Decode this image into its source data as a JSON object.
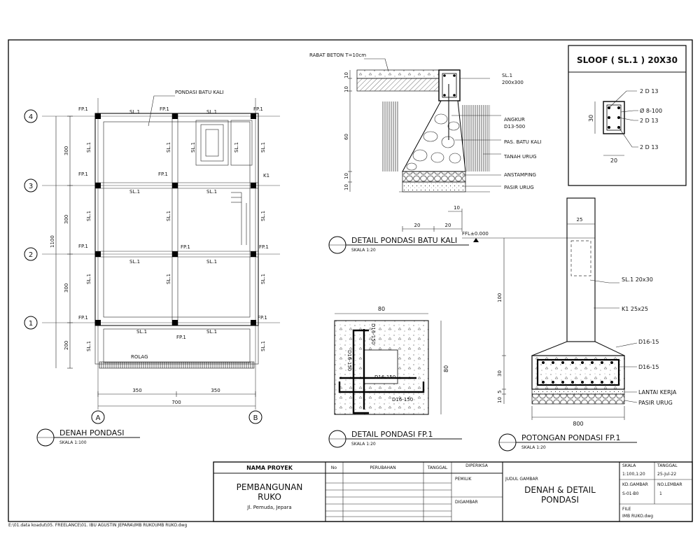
{
  "plan": {
    "title": "DENAH PONDASI",
    "scale": "SKALA 1:100",
    "top_label": "PONDASI BATU KALI",
    "grid_rows": [
      "4",
      "3",
      "2",
      "1"
    ],
    "grid_cols": [
      "A",
      "B"
    ],
    "labels": {
      "fp1": "FP.1",
      "k1": "K1",
      "sl1": "SL.1",
      "rolag": "ROLAG"
    },
    "dims_left": [
      "300",
      "300",
      "300",
      "200"
    ],
    "dim_total_height": "1100",
    "dims_bottom": [
      "350",
      "350"
    ],
    "dim_total_width": "700"
  },
  "batu_kali": {
    "title": "DETAIL PONDASI BATU KALI",
    "scale": "SKALA 1:20",
    "rabat": "RABAT BETON T=10cm",
    "sl1": "SL.1",
    "sl1_size": "200x300",
    "angkur": "ANGKUR",
    "angkur_size": "D13-500",
    "pas_batu": "PAS. BATU KALI",
    "tanah_urug": "TANAH URUG",
    "anstamping": "ANSTAMPING",
    "pasir_urug": "PASIR URUG",
    "dims_left": [
      "10",
      "10",
      "60",
      "10",
      "10"
    ],
    "dims_bottom": [
      "10",
      "20",
      "20"
    ]
  },
  "sloof": {
    "title": "SLOOF ( SL.1 ) 20X30",
    "rebar_top": "2 D 13",
    "stirrup": "Ø 8-100",
    "rebar_mid": "2 D 13",
    "rebar_bot": "2 D 13",
    "dim_h": "30",
    "dim_w": "20"
  },
  "fp1_detail": {
    "title": "DETAIL PONDASI FP.1",
    "scale": "SKALA 1:20",
    "dim_w": "80",
    "dim_h": "80",
    "rebar_v1": "D16-150",
    "rebar_v2": "D16-150",
    "rebar_h1": "D16-150",
    "rebar_h2": "D16-150"
  },
  "potongan": {
    "title": "POTONGAN PONDASI FP.1",
    "scale": "SKALA 1:20",
    "ffl": "FFL±0.000",
    "dim_col": "25",
    "sl1": "SL.1 20x30",
    "k1": "K1 25x25",
    "d16a": "D16-15",
    "d16b": "D16-15",
    "lantai_kerja": "LANTAI KERJA",
    "pasir_urug": "PASIR URUG",
    "dims_left": [
      "100",
      "30",
      "5",
      "10"
    ],
    "dim_bottom": "800"
  },
  "title_block": {
    "nama_proyek_label": "NAMA PROYEK",
    "project_name_1": "PEMBANGUNAN",
    "project_name_2": "RUKO",
    "address": "Jl. Pemuda, Jepara",
    "col_no": "No",
    "col_perubahan": "PERUBAHAN",
    "col_tanggal": "TANGGAL",
    "col_diperiksa": "DIPERIKSA",
    "pemilik": "PEMILIK",
    "digambar": "DIGAMBAR",
    "judul_label": "JUDUL GAMBAR",
    "judul_1": "DENAH & DETAIL",
    "judul_2": "PONDASI",
    "skala_label": "SKALA",
    "skala_value": "1:100,1:20",
    "tanggal_label": "TANGGAL",
    "tanggal_value": "25-Jul-22",
    "kode_label": "KD.GAMBAR",
    "kode_value": "S-01-B0",
    "lembar_label": "NO.LEMBAR",
    "lembar_value": "1",
    "file_label": "FILE",
    "file_value": "IMB RUKO.dwg"
  },
  "file_path": "E:\\01.data koadut\\05. FREELANCE\\01. IBU AGUSTIN JEPARA\\IMB RUKO\\IMB RUKO.dwg"
}
